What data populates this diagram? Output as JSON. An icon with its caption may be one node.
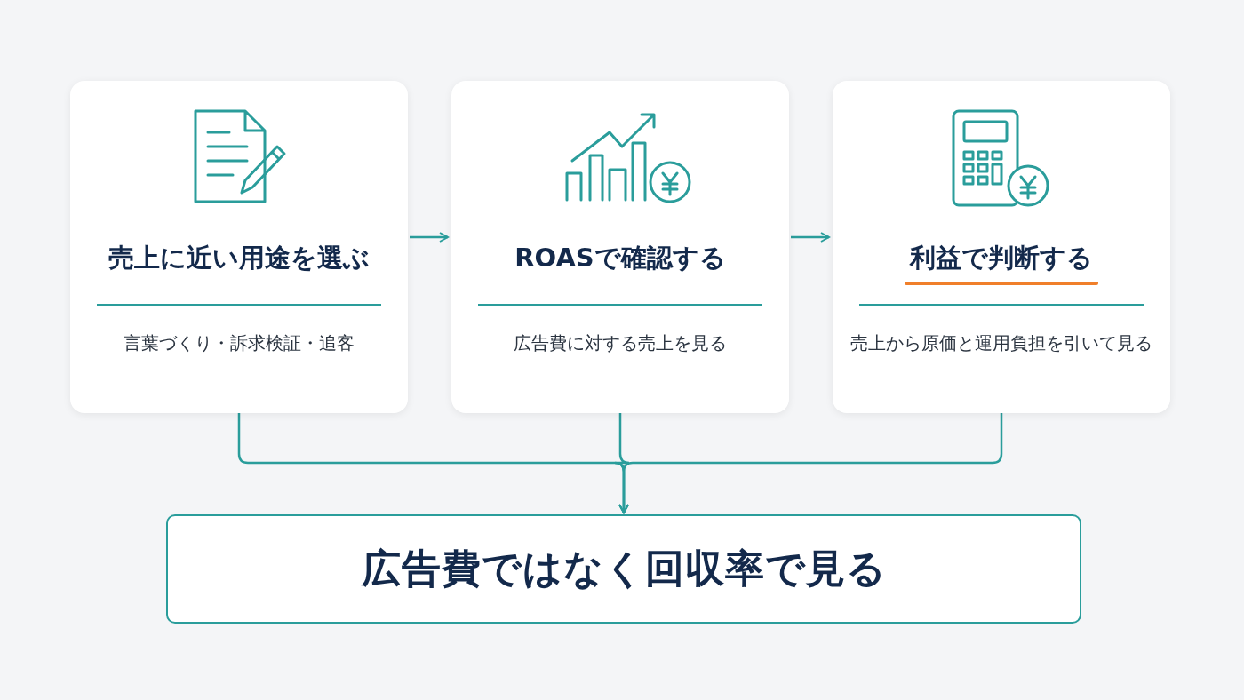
{
  "diagram": {
    "nodes": [
      {
        "text": [
          "売上に近い用途を選ぶ",
          "言葉づくり・訴求検証・追客"
        ]
      },
      {
        "text": [
          "ROASで確認する",
          "広告費に対する売上を見る"
        ]
      },
      {
        "text": [
          "利益で判断する",
          "売上から原価と運用負担を引いて見る"
        ]
      },
      {
        "text": [
          "広告費ではなく回収率で見る"
        ]
      }
    ],
    "edges": [
      {
        "from": 0,
        "to": 1,
        "arrow": "to"
      },
      {
        "from": 1,
        "to": 2,
        "arrow": "to"
      },
      {
        "from": 0,
        "to": 3,
        "arrow": "to"
      },
      {
        "from": 1,
        "to": 3,
        "arrow": "to"
      },
      {
        "from": 2,
        "to": 3,
        "arrow": "to"
      }
    ]
  }
}
